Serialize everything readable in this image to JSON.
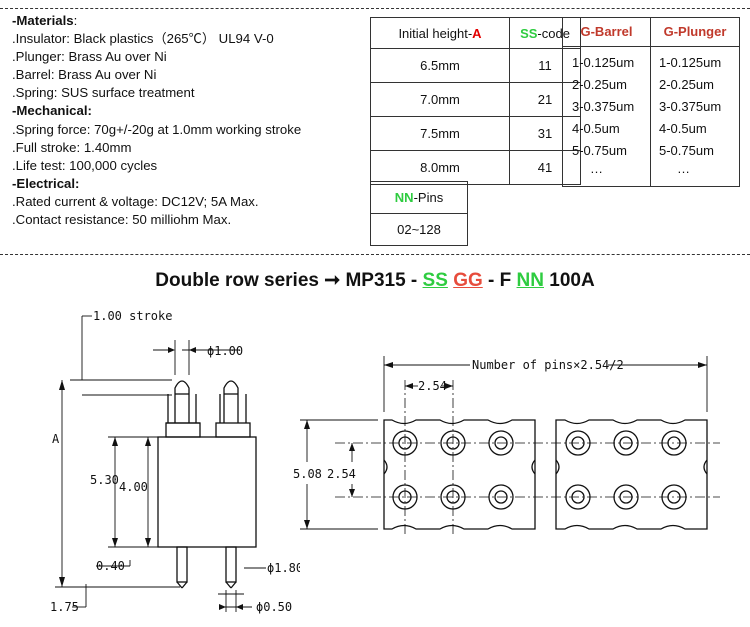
{
  "specs": [
    {
      "text": "-Materials",
      "suffix": ":",
      "heading": true
    },
    {
      "text": ".Insulator: Black plastics（265℃） UL94 V-0"
    },
    {
      "text": ".Plunger: Brass Au over Ni"
    },
    {
      "text": ".Barrel: Brass Au over Ni"
    },
    {
      "text": ".Spring: SUS surface treatment"
    },
    {
      "text": "-Mechanical",
      "suffix": ":",
      "heading": true
    },
    {
      "text": ".Spring force: 70g+/-20g at 1.0mm working stroke"
    },
    {
      "text": ".Full stroke: 1.40mm"
    },
    {
      "text": ".Life test: 100,000 cycles"
    },
    {
      "text": "-Electrical",
      "suffix": ":",
      "heading": true
    },
    {
      "text": ".Rated current & voltage: DC12V; 5A Max."
    },
    {
      "text": ".Contact resistance: 50 milliohm Max."
    }
  ],
  "height_table": {
    "col1_prefix": "Initial height-",
    "col1_code": "A",
    "col2_code": "SS",
    "col2_suffix": "-code",
    "rows": [
      {
        "height": "6.5mm",
        "code": "11"
      },
      {
        "height": "7.0mm",
        "code": "21"
      },
      {
        "height": "7.5mm",
        "code": "31"
      },
      {
        "height": "8.0mm",
        "code": "41"
      }
    ]
  },
  "pins_table": {
    "code": "NN",
    "suffix": "-Pins",
    "value": "02~128"
  },
  "g_table": {
    "barrel_header": "G-Barrel",
    "plunger_header": "G-Plunger",
    "barrel": [
      "1-0.125um",
      "2-0.25um",
      "3-0.375um",
      "4-0.5um",
      "5-0.75um",
      "…"
    ],
    "plunger": [
      "1-0.125um",
      "2-0.25um",
      "3-0.375um",
      "4-0.5um",
      "5-0.75um",
      "…"
    ]
  },
  "part_number": {
    "prefix": "Double row series ",
    "arrow": "➞",
    "model": " MP315 - ",
    "ss": "SS",
    "gg": "GG",
    "mid": " - F ",
    "nn": "NN",
    "tail": " 100A"
  },
  "drawing": {
    "stroke": "1.00 stroke",
    "dia_top": "ϕ1.00",
    "a_label": "A",
    "h530": "5.30",
    "h400": "4.00",
    "d040": "0.40",
    "d175": "1.75",
    "dia_180": "ϕ1.80",
    "dia_050": "ϕ0.50"
  },
  "top_view": {
    "pins_label": "Number of pins×2.54/2",
    "pitch": "2.54",
    "width": "5.08",
    "row_pitch": "2.54"
  },
  "colors": {
    "green": "#2ecc40",
    "red": "#e74c3c",
    "dark_red": "#c0392b"
  }
}
